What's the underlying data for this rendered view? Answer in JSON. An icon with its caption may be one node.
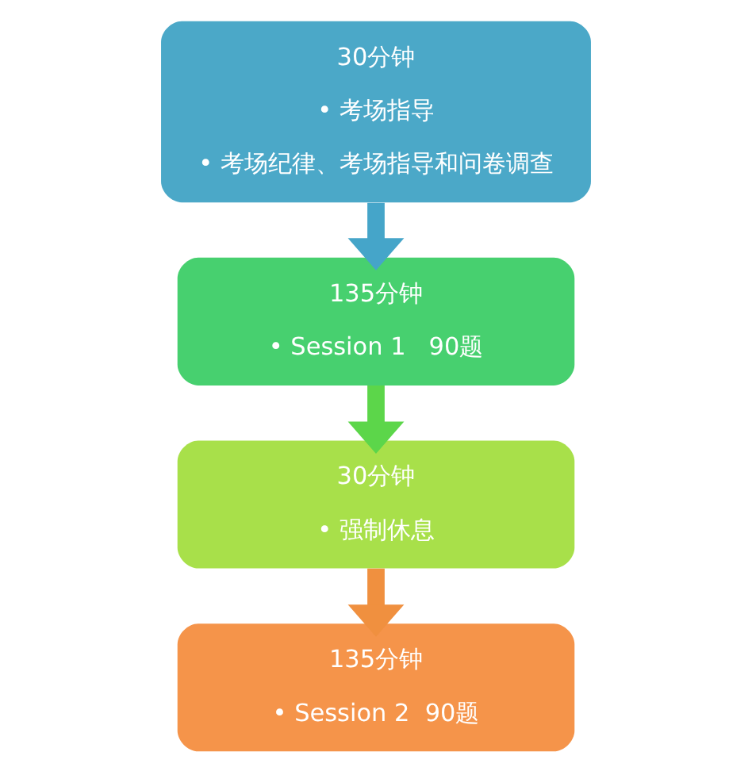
{
  "diagram": {
    "nodes": [
      {
        "text": [
          "30分钟",
          "• 考场指导",
          "• 考场纪律、考场指导和问卷调查"
        ]
      },
      {
        "text": [
          "135分钟",
          "• Session 1   90题"
        ]
      },
      {
        "text": [
          "30分钟",
          "• 强制休息"
        ]
      },
      {
        "text": [
          "135分钟",
          "• Session 2  90题"
        ]
      }
    ],
    "edges": [
      {
        "from": 0,
        "to": 1,
        "arrow": "to",
        "color": "#45a5c9"
      },
      {
        "from": 1,
        "to": 2,
        "arrow": "to",
        "color": "#5cd64a"
      },
      {
        "from": 2,
        "to": 3,
        "arrow": "to",
        "color": "#f0903f"
      }
    ]
  }
}
